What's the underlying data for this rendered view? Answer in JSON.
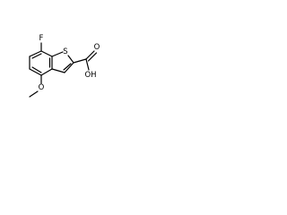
{
  "structure": {
    "atoms": {
      "fluorine": "F",
      "sulfur": "S",
      "hydroxyl": "OH",
      "carbonyl_oxygen": "O",
      "ether_oxygen": "O"
    }
  }
}
